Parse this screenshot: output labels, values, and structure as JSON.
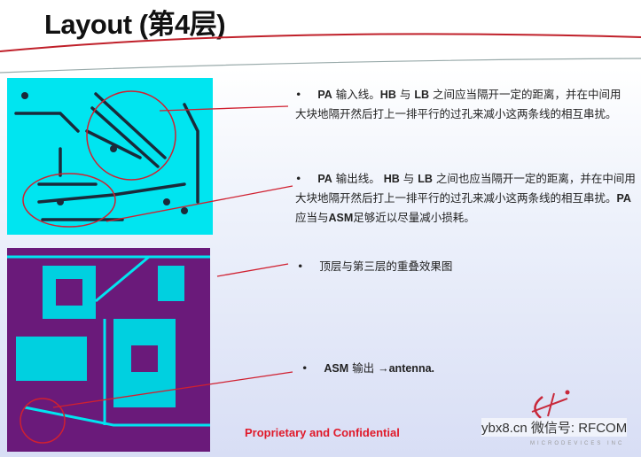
{
  "title": "Layout (第4层)",
  "bullets": [
    {
      "marker": "•",
      "parts": [
        [
          "b",
          "PA"
        ],
        [
          "t",
          " 输入线。"
        ],
        [
          "b",
          "HB"
        ],
        [
          "t",
          " 与 "
        ],
        [
          "b",
          "LB"
        ],
        [
          "t",
          " 之间应当隔开一定的距离，并在中间用大块地隔开然后打上一排平行的过孔来减小这两条线的相互串扰。"
        ]
      ]
    },
    {
      "marker": "•",
      "parts": [
        [
          "b",
          "PA"
        ],
        [
          "t",
          " 输出线。 "
        ],
        [
          "b",
          "HB"
        ],
        [
          "t",
          " 与 "
        ],
        [
          "b",
          "LB"
        ],
        [
          "t",
          " 之间也应当隔开一定的距离，并在中间用大块地隔开然后打上一排平行的过孔来减小这两条线的相互串扰。"
        ],
        [
          "b",
          "PA"
        ],
        [
          "t",
          " 应当与"
        ],
        [
          "b",
          "ASM"
        ],
        [
          "t",
          "足够近以尽量减小损耗。"
        ]
      ]
    },
    {
      "marker": "•",
      "parts": [
        [
          "t",
          "顶层与第三层的重叠效果图"
        ]
      ]
    },
    {
      "marker": "•",
      "parts": [
        [
          "b",
          "ASM"
        ],
        [
          "t",
          " 输出 "
        ],
        [
          "b",
          "→antenna."
        ]
      ]
    }
  ],
  "footer": "Proprietary and Confidential",
  "watermark": "ybx8.cn 微信号: RFCOM",
  "logo_subtext": "MICRODEVICES INC",
  "colors": {
    "accent": "#e01a2a",
    "pcb_top": "#00e5f0",
    "pcb_overlay": "#6a1a7a"
  }
}
